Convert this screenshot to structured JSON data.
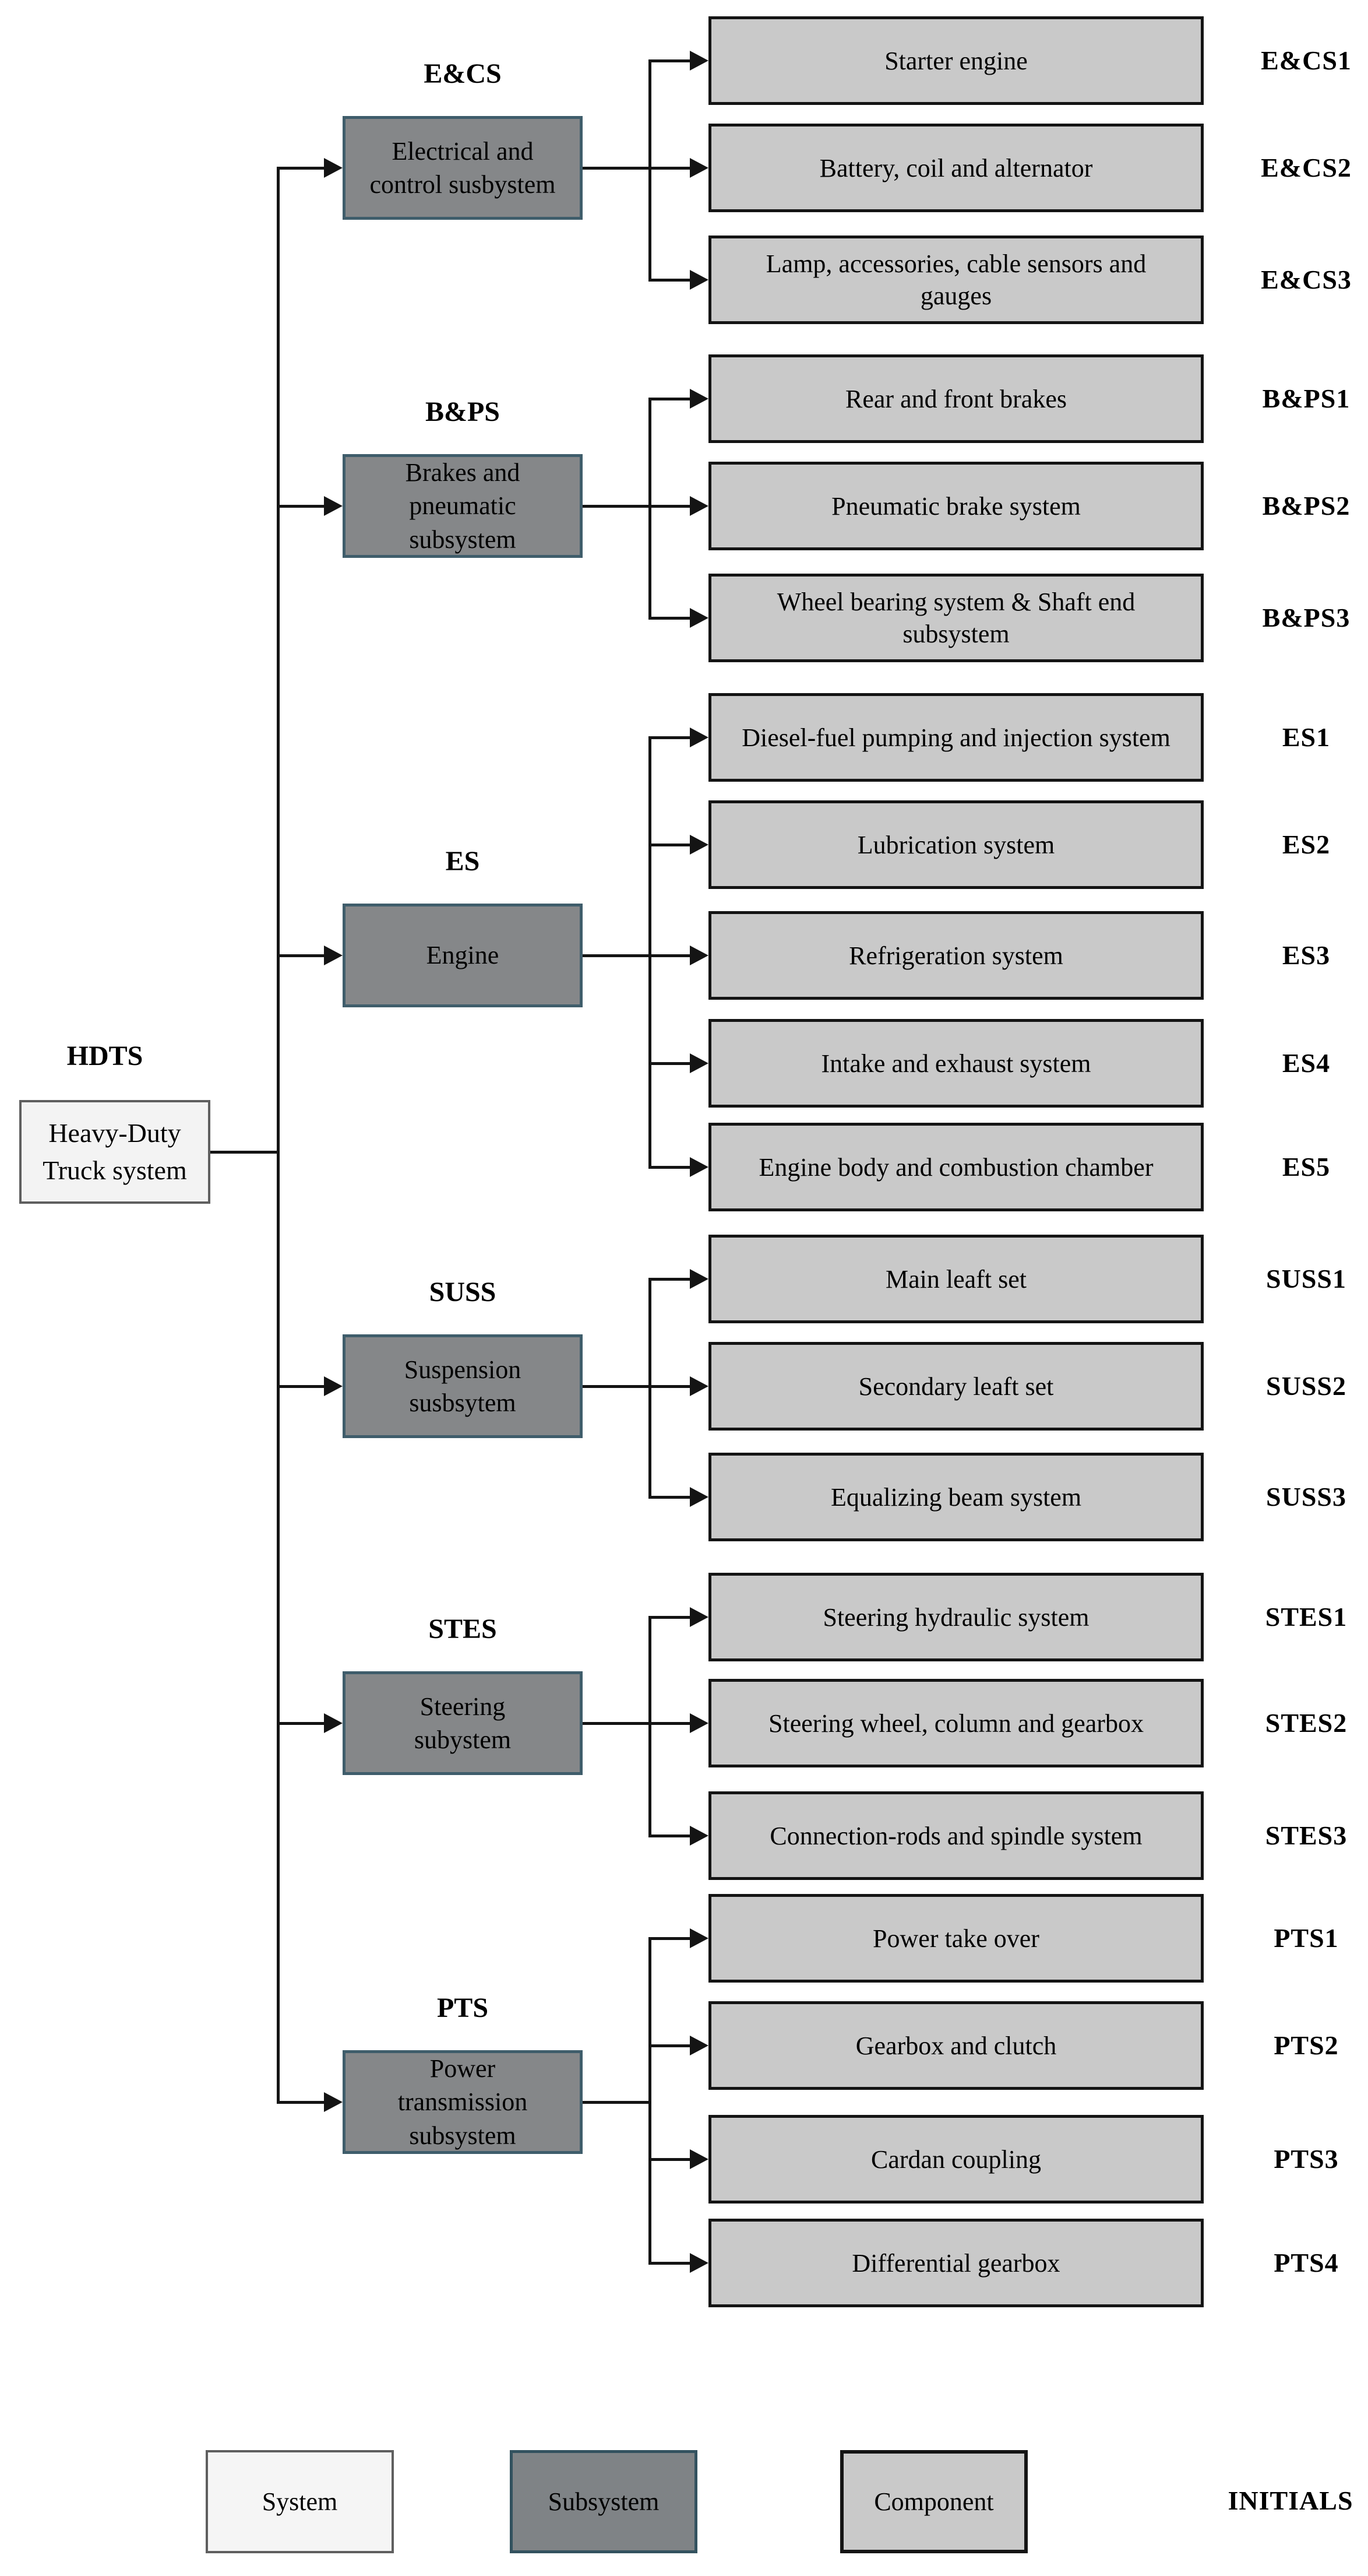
{
  "root": {
    "initial": "HDTS",
    "name": "Heavy-Duty Truck system"
  },
  "groups": [
    {
      "initial": "E&CS",
      "name": "Electrical and control susbystem",
      "components": [
        {
          "initial": "E&CS1",
          "name": "Starter engine"
        },
        {
          "initial": "E&CS2",
          "name": "Battery, coil and alternator"
        },
        {
          "initial": "E&CS3",
          "name": "Lamp, accessories, cable sensors and gauges"
        }
      ]
    },
    {
      "initial": "B&PS",
      "name": "Brakes and pneumatic subsystem",
      "components": [
        {
          "initial": "B&PS1",
          "name": "Rear and front brakes"
        },
        {
          "initial": "B&PS2",
          "name": "Pneumatic brake system"
        },
        {
          "initial": "B&PS3",
          "name": "Wheel bearing system & Shaft end subsystem"
        }
      ]
    },
    {
      "initial": "ES",
      "name": "Engine",
      "components": [
        {
          "initial": "ES1",
          "name": "Diesel-fuel pumping and injection system"
        },
        {
          "initial": "ES2",
          "name": "Lubrication system"
        },
        {
          "initial": "ES3",
          "name": "Refrigeration system"
        },
        {
          "initial": "ES4",
          "name": "Intake and exhaust system"
        },
        {
          "initial": "ES5",
          "name": "Engine body and combustion chamber"
        }
      ]
    },
    {
      "initial": "SUSS",
      "name": "Suspension susbsytem",
      "components": [
        {
          "initial": "SUSS1",
          "name": "Main leaft set"
        },
        {
          "initial": "SUSS2",
          "name": "Secondary leaft set"
        },
        {
          "initial": "SUSS3",
          "name": "Equalizing beam system"
        }
      ]
    },
    {
      "initial": "STES",
      "name": "Steering subystem",
      "components": [
        {
          "initial": "STES1",
          "name": "Steering hydraulic system"
        },
        {
          "initial": "STES2",
          "name": "Steering wheel, column and gearbox"
        },
        {
          "initial": "STES3",
          "name": "Connection-rods and spindle system"
        }
      ]
    },
    {
      "initial": "PTS",
      "name": "Power transmission subsystem",
      "components": [
        {
          "initial": "PTS1",
          "name": "Power take over"
        },
        {
          "initial": "PTS2",
          "name": "Gearbox and clutch"
        },
        {
          "initial": "PTS3",
          "name": "Cardan coupling"
        },
        {
          "initial": "PTS4",
          "name": "Differential gearbox"
        }
      ]
    }
  ],
  "legend": {
    "system": "System",
    "subsystem": "Subsystem",
    "component": "Component",
    "initials": "INITIALS"
  },
  "colors": {
    "system_fill": "#f5f5f5",
    "system_border": "#5f5f5f",
    "subsystem_fill": "#858789",
    "subsystem_border": "#3f5d6b",
    "component_fill": "#c9c9c9",
    "component_border": "#141414",
    "line": "#141414",
    "background": "#ffffff"
  }
}
